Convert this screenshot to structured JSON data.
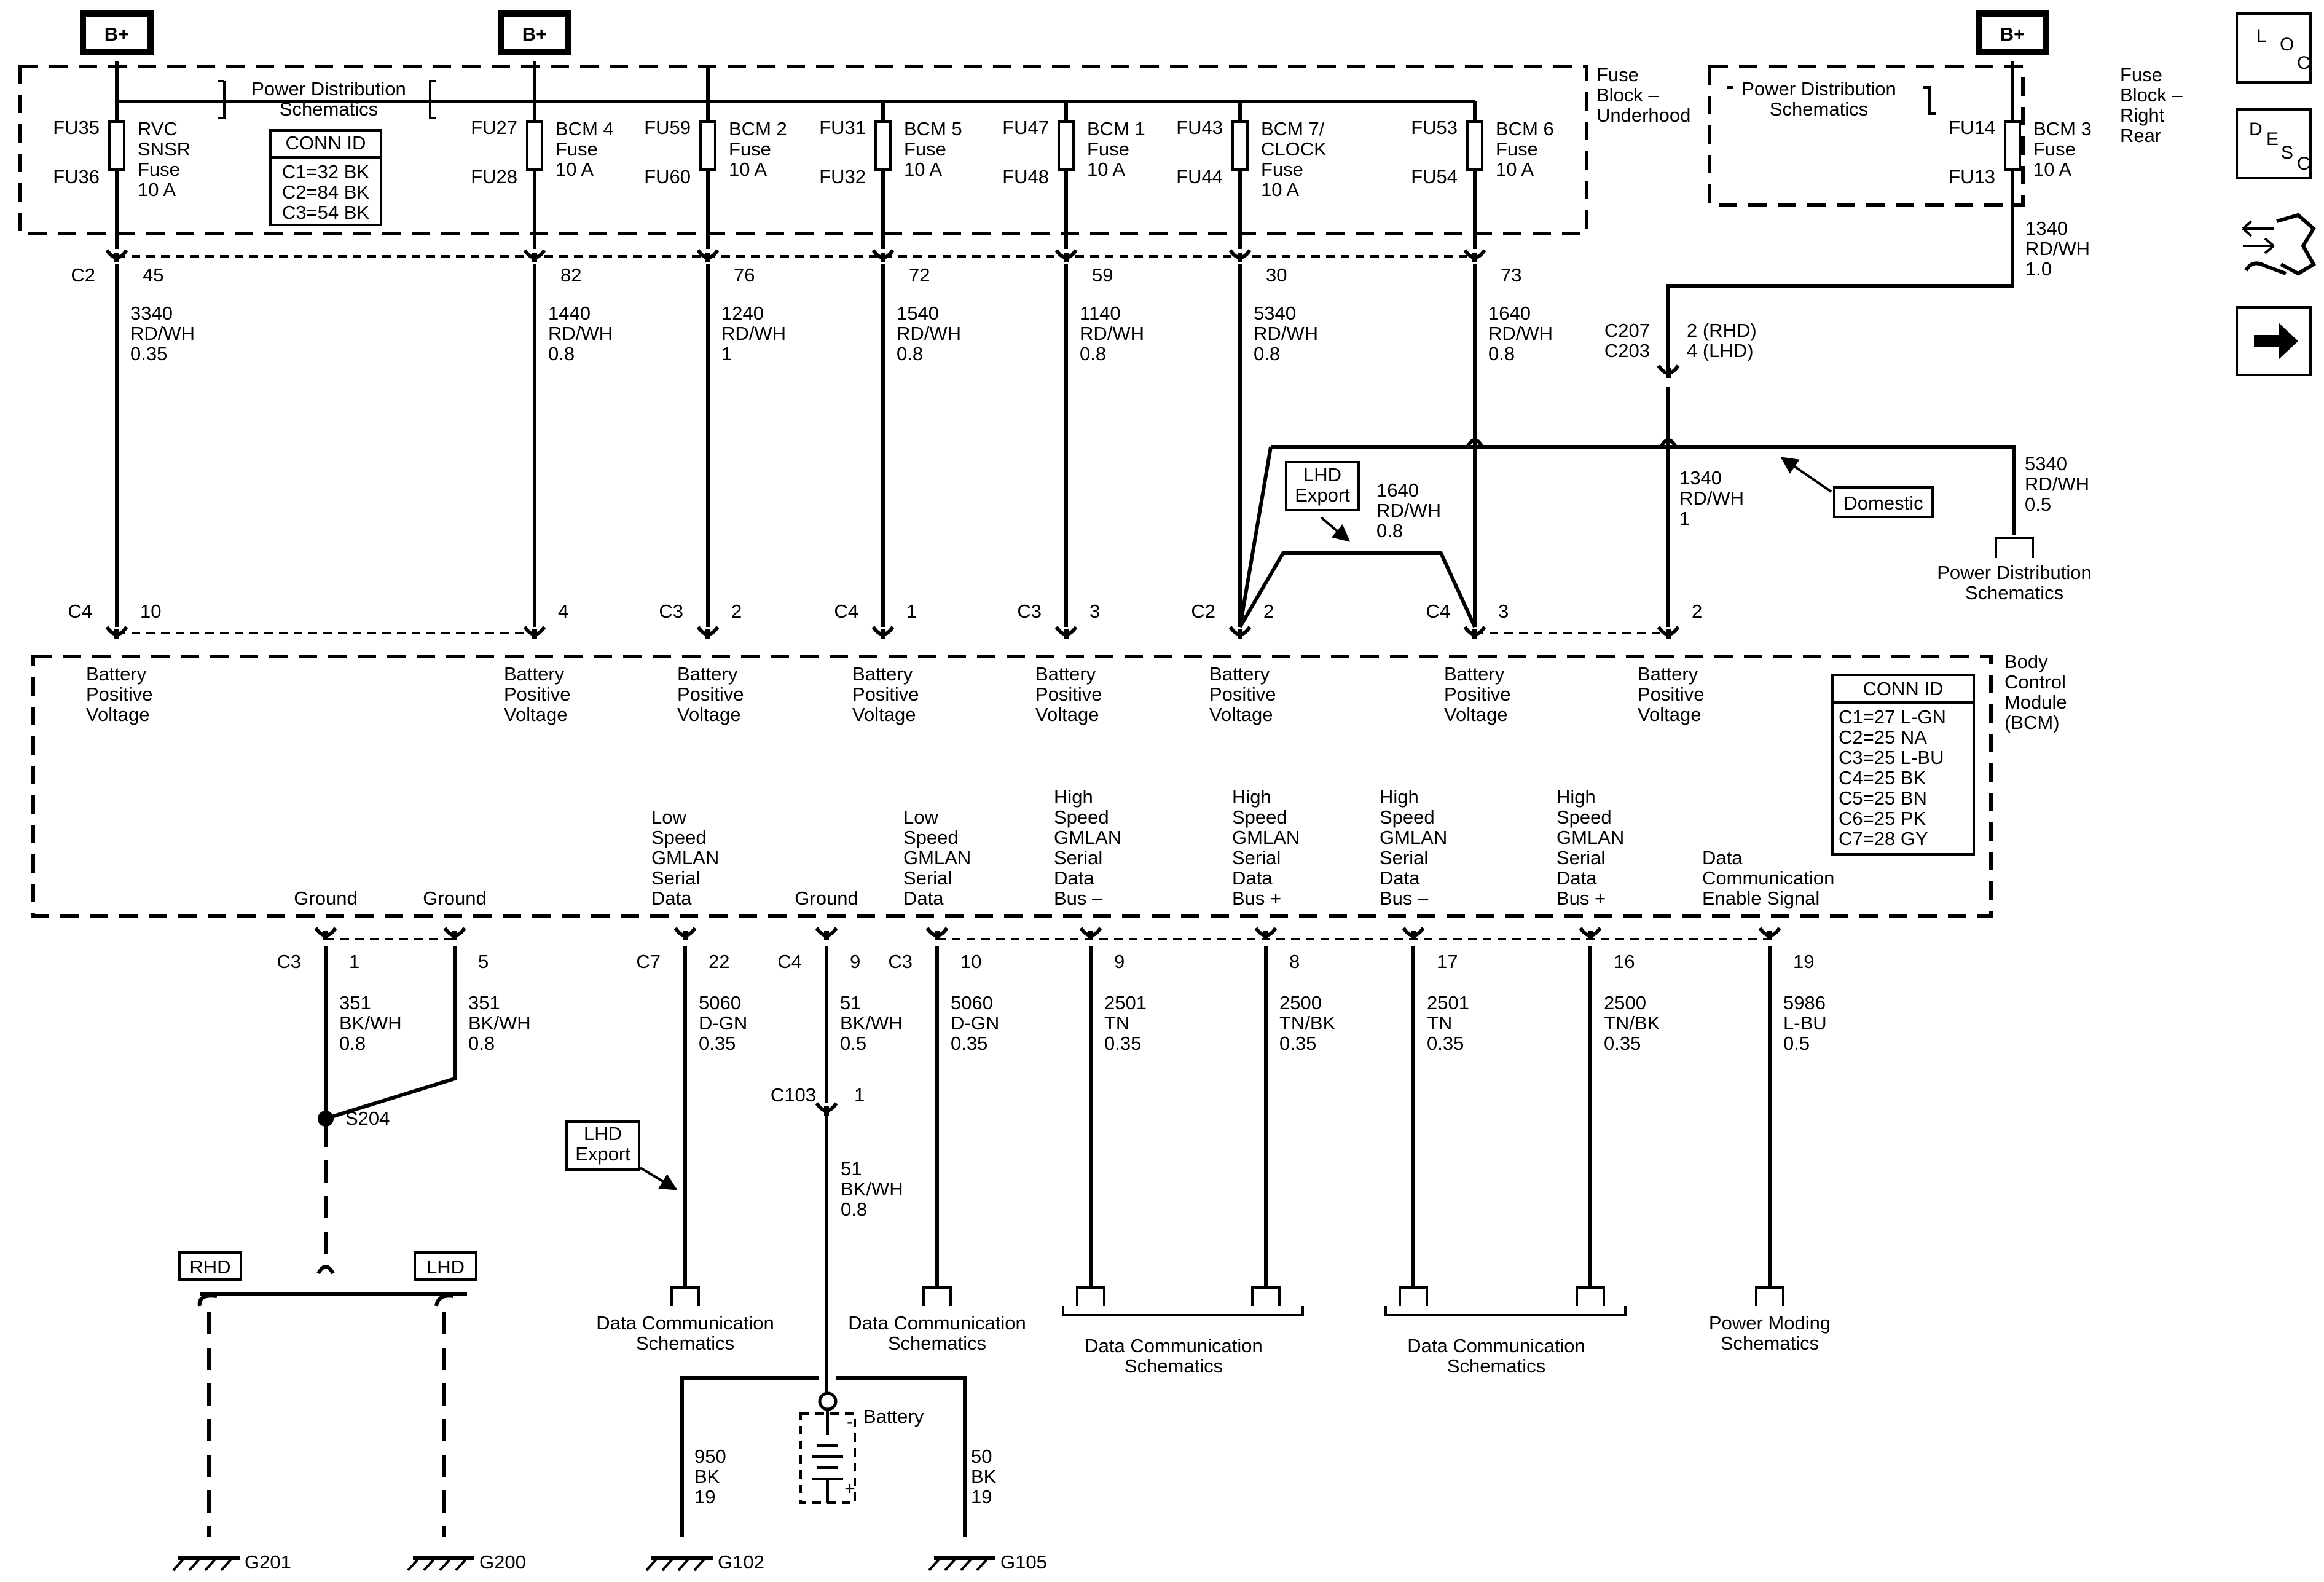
{
  "bplus": "B+",
  "fuse_block_underhood": [
    "Fuse",
    "Block –",
    "Underhood"
  ],
  "fuse_block_rear": [
    "Fuse",
    "Block –",
    "Right",
    "Rear"
  ],
  "pds_ref": [
    "Power Distribution",
    "Schematics"
  ],
  "fuse_conn_id": {
    "title": "CONN ID",
    "rows": [
      "C1=32 BK",
      "C2=84 BK",
      "C3=54 BK"
    ]
  },
  "fuses": [
    {
      "top": "FU35",
      "bottom": "FU36",
      "name": [
        "RVC",
        "SNSR",
        "Fuse",
        "10 A"
      ]
    },
    {
      "top": "FU27",
      "bottom": "FU28",
      "name": [
        "BCM 4",
        "Fuse",
        "10 A"
      ]
    },
    {
      "top": "FU59",
      "bottom": "FU60",
      "name": [
        "BCM 2",
        "Fuse",
        "10 A"
      ]
    },
    {
      "top": "FU31",
      "bottom": "FU32",
      "name": [
        "BCM 5",
        "Fuse",
        "10 A"
      ]
    },
    {
      "top": "FU47",
      "bottom": "FU48",
      "name": [
        "BCM 1",
        "Fuse",
        "10 A"
      ]
    },
    {
      "top": "FU43",
      "bottom": "FU44",
      "name": [
        "BCM 7/",
        "CLOCK",
        "Fuse",
        "10 A"
      ]
    },
    {
      "top": "FU53",
      "bottom": "FU54",
      "name": [
        "BCM 6",
        "Fuse",
        "10 A"
      ]
    },
    {
      "top": "FU14",
      "bottom": "FU13",
      "name": [
        "BCM 3",
        "Fuse",
        "10 A"
      ]
    }
  ],
  "fuse_outputs": {
    "conn": "C2",
    "pins": [
      "45",
      "82",
      "76",
      "72",
      "59",
      "30",
      "73"
    ],
    "wires": [
      [
        "3340",
        "RD/WH",
        "0.35"
      ],
      [
        "1440",
        "RD/WH",
        "0.8"
      ],
      [
        "1240",
        "RD/WH",
        "1"
      ],
      [
        "1540",
        "RD/WH",
        "0.8"
      ],
      [
        "1140",
        "RD/WH",
        "0.8"
      ],
      [
        "5340",
        "RD/WH",
        "0.8"
      ],
      [
        "1640",
        "RD/WH",
        "0.8"
      ]
    ]
  },
  "rear_wire": [
    "1340",
    "RD/WH",
    "1.0"
  ],
  "c207": {
    "conns": [
      "C207",
      "C203"
    ],
    "pins": [
      "2 (RHD)",
      "4 (LHD)"
    ]
  },
  "rear_wire2": [
    "1340",
    "RD/WH",
    "1"
  ],
  "domestic": "Domestic",
  "lhd_export": [
    "LHD",
    "Export"
  ],
  "lhd_wire": [
    "1640",
    "RD/WH",
    "0.8"
  ],
  "branch_5340": [
    "5340",
    "RD/WH",
    "0.5"
  ],
  "bcm_inputs": [
    {
      "conn": "C4",
      "pin": "10"
    },
    {
      "conn": "",
      "pin": "4"
    },
    {
      "conn": "C3",
      "pin": "2"
    },
    {
      "conn": "C4",
      "pin": "1"
    },
    {
      "conn": "C3",
      "pin": "3"
    },
    {
      "conn": "C2",
      "pin": "2"
    },
    {
      "conn": "C4",
      "pin": "3"
    },
    {
      "conn": "",
      "pin": "2"
    }
  ],
  "batt_pos": [
    "Battery",
    "Positive",
    "Voltage"
  ],
  "bcm_name": [
    "Body",
    "Control",
    "Module",
    "(BCM)"
  ],
  "bcm_conn_id": {
    "title": "CONN ID",
    "rows": [
      "C1=27 L-GN",
      "C2=25 NA",
      "C3=25 L-BU",
      "C4=25 BK",
      "C5=25 BN",
      "C6=25 PK",
      "C7=28 GY"
    ]
  },
  "bcm_outputs": [
    {
      "label": [
        "Ground"
      ],
      "conn": "C3",
      "pin": "1",
      "wire": [
        "351",
        "BK/WH",
        "0.8"
      ]
    },
    {
      "label": [
        "Ground"
      ],
      "conn": "",
      "pin": "5",
      "wire": [
        "351",
        "BK/WH",
        "0.8"
      ]
    },
    {
      "label": [
        "Low",
        "Speed",
        "GMLAN",
        "Serial",
        "Data"
      ],
      "conn": "C7",
      "pin": "22",
      "wire": [
        "5060",
        "D-GN",
        "0.35"
      ]
    },
    {
      "label": [
        "Ground"
      ],
      "conn": "C4",
      "pin": "9",
      "wire": [
        "51",
        "BK/WH",
        "0.5"
      ]
    },
    {
      "label": [
        "Low",
        "Speed",
        "GMLAN",
        "Serial",
        "Data"
      ],
      "conn": "C3",
      "pin": "10",
      "wire": [
        "5060",
        "D-GN",
        "0.35"
      ]
    },
    {
      "label": [
        "High",
        "Speed",
        "GMLAN",
        "Serial",
        "Data",
        "Bus –"
      ],
      "conn": "",
      "pin": "9",
      "wire": [
        "2501",
        "TN",
        "0.35"
      ]
    },
    {
      "label": [
        "High",
        "Speed",
        "GMLAN",
        "Serial",
        "Data",
        "Bus +"
      ],
      "conn": "",
      "pin": "8",
      "wire": [
        "2500",
        "TN/BK",
        "0.35"
      ]
    },
    {
      "label": [
        "High",
        "Speed",
        "GMLAN",
        "Serial",
        "Data",
        "Bus –"
      ],
      "conn": "",
      "pin": "17",
      "wire": [
        "2501",
        "TN",
        "0.35"
      ]
    },
    {
      "label": [
        "High",
        "Speed",
        "GMLAN",
        "Serial",
        "Data",
        "Bus +"
      ],
      "conn": "",
      "pin": "16",
      "wire": [
        "2500",
        "TN/BK",
        "0.35"
      ]
    },
    {
      "label": [
        "Data",
        "Communication",
        "Enable Signal"
      ],
      "conn": "",
      "pin": "19",
      "wire": [
        "5986",
        "L-BU",
        "0.5"
      ]
    }
  ],
  "splice": "S204",
  "rhd": "RHD",
  "lhd": "LHD",
  "c103": {
    "conn": "C103",
    "pin": "1"
  },
  "c103_wire": [
    "51",
    "BK/WH",
    "0.8"
  ],
  "battery": "Battery",
  "batt_plus": "+",
  "batt_minus": "-",
  "ground_wires": [
    [
      "950",
      "BK",
      "19"
    ],
    [
      "50",
      "BK",
      "19"
    ]
  ],
  "grounds": [
    "G201",
    "G200",
    "G102",
    "G105"
  ],
  "refs": {
    "data_comm": [
      "Data Communication",
      "Schematics"
    ],
    "power_moding": [
      "Power Moding",
      "Schematics"
    ]
  },
  "side_icons": {
    "loc": [
      "L",
      "O",
      "C"
    ],
    "desc": [
      "D",
      "E",
      "S",
      "C"
    ],
    "connector_icon": "connector-tool-icon",
    "next_icon": "arrow-right-icon"
  }
}
